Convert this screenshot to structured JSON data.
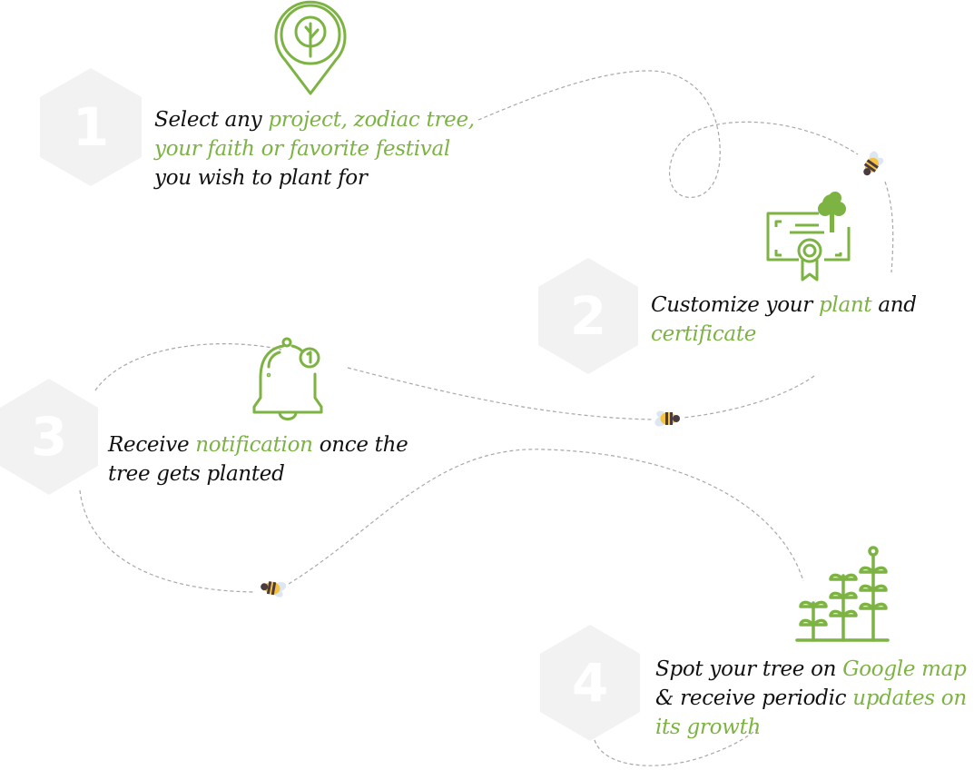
{
  "accent_color": "#7cb342",
  "text_color": "#111111",
  "hex_color": "#f2f2f2",
  "path_color": "#9e9e9e",
  "steps": [
    {
      "number": "1",
      "icon": "tree-location-pin-icon",
      "text": [
        {
          "t": "Select any ",
          "hl": false
        },
        {
          "t": "project, zodiac tree,",
          "hl": true
        },
        {
          "t": "your faith or favorite festival",
          "hl": true
        },
        {
          "t": "you wish to plant for",
          "hl": false
        }
      ]
    },
    {
      "number": "2",
      "icon": "tree-certificate-icon",
      "text": [
        {
          "t": "Customize your ",
          "hl": false
        },
        {
          "t": "plant",
          "hl": true
        },
        {
          "t": " and",
          "hl": false
        },
        {
          "t": "certificate",
          "hl": true
        }
      ]
    },
    {
      "number": "3",
      "icon": "notification-bell-icon",
      "badge": "1",
      "text": [
        {
          "t": "Receive ",
          "hl": false
        },
        {
          "t": "notification",
          "hl": true
        },
        {
          "t": " once the",
          "hl": false
        },
        {
          "t": "tree gets planted",
          "hl": false
        }
      ]
    },
    {
      "number": "4",
      "icon": "growing-plants-icon",
      "text": [
        {
          "t": "Spot your tree on ",
          "hl": false
        },
        {
          "t": "Google map",
          "hl": true
        },
        {
          "t": "& receive periodic ",
          "hl": false
        },
        {
          "t": "updates on",
          "hl": true
        },
        {
          "t": "its growth",
          "hl": true
        }
      ]
    }
  ],
  "decorations": {
    "bee_icon": "bee-icon",
    "bee_count": 3,
    "path": "dashed-flight-path"
  }
}
